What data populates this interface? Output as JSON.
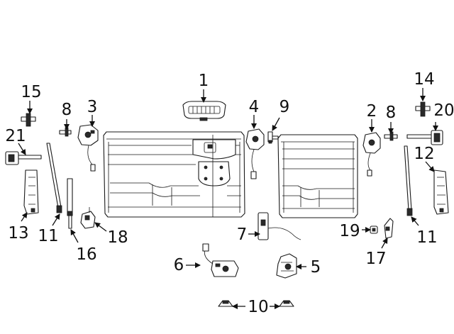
{
  "callouts": [
    {
      "id": "c1",
      "label": "1"
    },
    {
      "id": "c2",
      "label": "2"
    },
    {
      "id": "c3",
      "label": "3"
    },
    {
      "id": "c4",
      "label": "4"
    },
    {
      "id": "c5",
      "label": "5"
    },
    {
      "id": "c6",
      "label": "6"
    },
    {
      "id": "c7",
      "label": "7"
    },
    {
      "id": "c8a",
      "label": "8"
    },
    {
      "id": "c8b",
      "label": "8"
    },
    {
      "id": "c9",
      "label": "9"
    },
    {
      "id": "c10",
      "label": "10"
    },
    {
      "id": "c11a",
      "label": "11"
    },
    {
      "id": "c11b",
      "label": "11"
    },
    {
      "id": "c12",
      "label": "12"
    },
    {
      "id": "c13",
      "label": "13"
    },
    {
      "id": "c14",
      "label": "14"
    },
    {
      "id": "c15",
      "label": "15"
    },
    {
      "id": "c16",
      "label": "16"
    },
    {
      "id": "c17",
      "label": "17"
    },
    {
      "id": "c18",
      "label": "18"
    },
    {
      "id": "c19",
      "label": "19"
    },
    {
      "id": "c20",
      "label": "20"
    },
    {
      "id": "c21",
      "label": "21"
    }
  ]
}
